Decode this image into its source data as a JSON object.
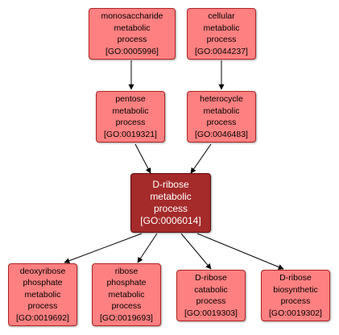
{
  "nodes": {
    "monosaccharide": {
      "lines": [
        "monosaccharide",
        "metabolic",
        "process",
        "[GO:0005996]"
      ]
    },
    "cellular": {
      "lines": [
        "cellular",
        "metabolic",
        "process",
        "[GO:0044237]"
      ]
    },
    "pentose": {
      "lines": [
        "pentose",
        "metabolic",
        "process",
        "[GO:0019321]"
      ]
    },
    "heterocycle": {
      "lines": [
        "heterocycle",
        "metabolic",
        "process",
        "[GO:0046483]"
      ]
    },
    "d_ribose": {
      "lines": [
        "D-ribose",
        "metabolic",
        "process",
        "[GO:0006014]"
      ]
    },
    "deoxyribose": {
      "lines": [
        "deoxyribose",
        "phosphate",
        "metabolic",
        "process",
        "[GO:0019692]"
      ]
    },
    "ribose_phosphate": {
      "lines": [
        "ribose",
        "phosphate",
        "metabolic",
        "process",
        "[GO:0019693]"
      ]
    },
    "catabolic": {
      "lines": [
        "D-ribose",
        "catabolic",
        "process",
        "[GO:0019303]"
      ]
    },
    "biosynthetic": {
      "lines": [
        "D-ribose",
        "biosynthetic",
        "process",
        "[GO:0019302]"
      ]
    }
  },
  "colors": {
    "node_fill": "#ff8080",
    "node_border": "#b22222",
    "focus_fill": "#a52a2a",
    "focus_text": "#ffffff",
    "edge": "#000000"
  }
}
